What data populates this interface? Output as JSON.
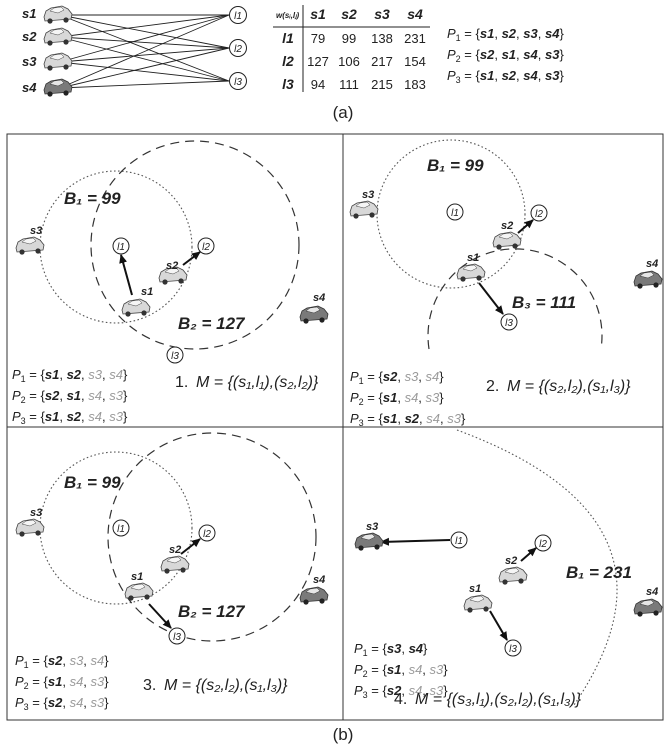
{
  "top": {
    "sellers": [
      "s1",
      "s2",
      "s3",
      "s4"
    ],
    "items": [
      "l1",
      "l2",
      "l3"
    ],
    "table_corner": "w(sᵢ,lⱼ)",
    "table_cols": [
      "s1",
      "s2",
      "s3",
      "s4"
    ],
    "table_rows": [
      {
        "label": "l1",
        "values": [
          "79",
          "99",
          "138",
          "231"
        ]
      },
      {
        "label": "l2",
        "values": [
          "127",
          "106",
          "217",
          "154"
        ]
      },
      {
        "label": "l3",
        "values": [
          "94",
          "111",
          "215",
          "183"
        ]
      }
    ],
    "prefs": [
      {
        "p": "P",
        "sub": "1",
        "list": [
          "s1",
          "s2",
          "s3",
          "s4"
        ]
      },
      {
        "p": "P",
        "sub": "2",
        "list": [
          "s2",
          "s1",
          "s4",
          "s3"
        ]
      },
      {
        "p": "P",
        "sub": "3",
        "list": [
          "s1",
          "s2",
          "s4",
          "s3"
        ]
      }
    ],
    "caption": "(a)"
  },
  "panels": [
    {
      "step": "1.",
      "budgets": [
        {
          "text": "B₁ = 99"
        },
        {
          "text": "B₂ = 127"
        }
      ],
      "prefs": [
        {
          "p": "P",
          "sub": "1",
          "items": [
            {
              "s": "s1",
              "active": true
            },
            {
              "s": "s2",
              "active": true
            },
            {
              "s": "s3",
              "active": false
            },
            {
              "s": "s4",
              "active": false
            }
          ]
        },
        {
          "p": "P",
          "sub": "2",
          "items": [
            {
              "s": "s2",
              "active": true
            },
            {
              "s": "s1",
              "active": true
            },
            {
              "s": "s4",
              "active": false
            },
            {
              "s": "s3",
              "active": false
            }
          ]
        },
        {
          "p": "P",
          "sub": "3",
          "items": [
            {
              "s": "s1",
              "active": true
            },
            {
              "s": "s2",
              "active": true
            },
            {
              "s": "s4",
              "active": false
            },
            {
              "s": "s3",
              "active": false
            }
          ]
        }
      ],
      "matching": "M = {(s₁,l₁),(s₂,l₂)}"
    },
    {
      "step": "2.",
      "budgets": [
        {
          "text": "B₁ = 99"
        },
        {
          "text": "B₃ = 111"
        }
      ],
      "prefs": [
        {
          "p": "P",
          "sub": "1",
          "items": [
            {
              "s": "s2",
              "active": true
            },
            {
              "s": "s3",
              "active": false
            },
            {
              "s": "s4",
              "active": false
            }
          ]
        },
        {
          "p": "P",
          "sub": "2",
          "items": [
            {
              "s": "s1",
              "active": true
            },
            {
              "s": "s4",
              "active": false
            },
            {
              "s": "s3",
              "active": false
            }
          ]
        },
        {
          "p": "P",
          "sub": "3",
          "items": [
            {
              "s": "s1",
              "active": true
            },
            {
              "s": "s2",
              "active": true
            },
            {
              "s": "s4",
              "active": false
            },
            {
              "s": "s3",
              "active": false
            }
          ]
        }
      ],
      "matching": "M = {(s₂,l₂),(s₁,l₃)}"
    },
    {
      "step": "3.",
      "budgets": [
        {
          "text": "B₁ = 99"
        },
        {
          "text": "B₂ = 127"
        }
      ],
      "prefs": [
        {
          "p": "P",
          "sub": "1",
          "items": [
            {
              "s": "s2",
              "active": true
            },
            {
              "s": "s3",
              "active": false
            },
            {
              "s": "s4",
              "active": false
            }
          ]
        },
        {
          "p": "P",
          "sub": "2",
          "items": [
            {
              "s": "s1",
              "active": true
            },
            {
              "s": "s4",
              "active": false
            },
            {
              "s": "s3",
              "active": false
            }
          ]
        },
        {
          "p": "P",
          "sub": "3",
          "items": [
            {
              "s": "s2",
              "active": true
            },
            {
              "s": "s4",
              "active": false
            },
            {
              "s": "s3",
              "active": false
            }
          ]
        }
      ],
      "matching": "M = {(s₂,l₂),(s₁,l₃)}"
    },
    {
      "step": "4.",
      "budgets": [
        {
          "text": "B₁ = 231"
        }
      ],
      "prefs": [
        {
          "p": "P",
          "sub": "1",
          "items": [
            {
              "s": "s3",
              "active": true
            },
            {
              "s": "s4",
              "active": true
            }
          ]
        },
        {
          "p": "P",
          "sub": "2",
          "items": [
            {
              "s": "s1",
              "active": true
            },
            {
              "s": "s4",
              "active": false
            },
            {
              "s": "s3",
              "active": false
            }
          ]
        },
        {
          "p": "P",
          "sub": "3",
          "items": [
            {
              "s": "s2",
              "active": true
            },
            {
              "s": "s4",
              "active": false
            },
            {
              "s": "s3",
              "active": false
            }
          ]
        }
      ],
      "matching": "M = {(s₃,l₁),(s₂,l₂),(s₁,l₃)}"
    }
  ],
  "node_labels": {
    "s1": "s1",
    "s2": "s2",
    "s3": "s3",
    "s4": "s4",
    "l1": "l1",
    "l2": "l2",
    "l3": "l3"
  },
  "caption_b": "(b)"
}
